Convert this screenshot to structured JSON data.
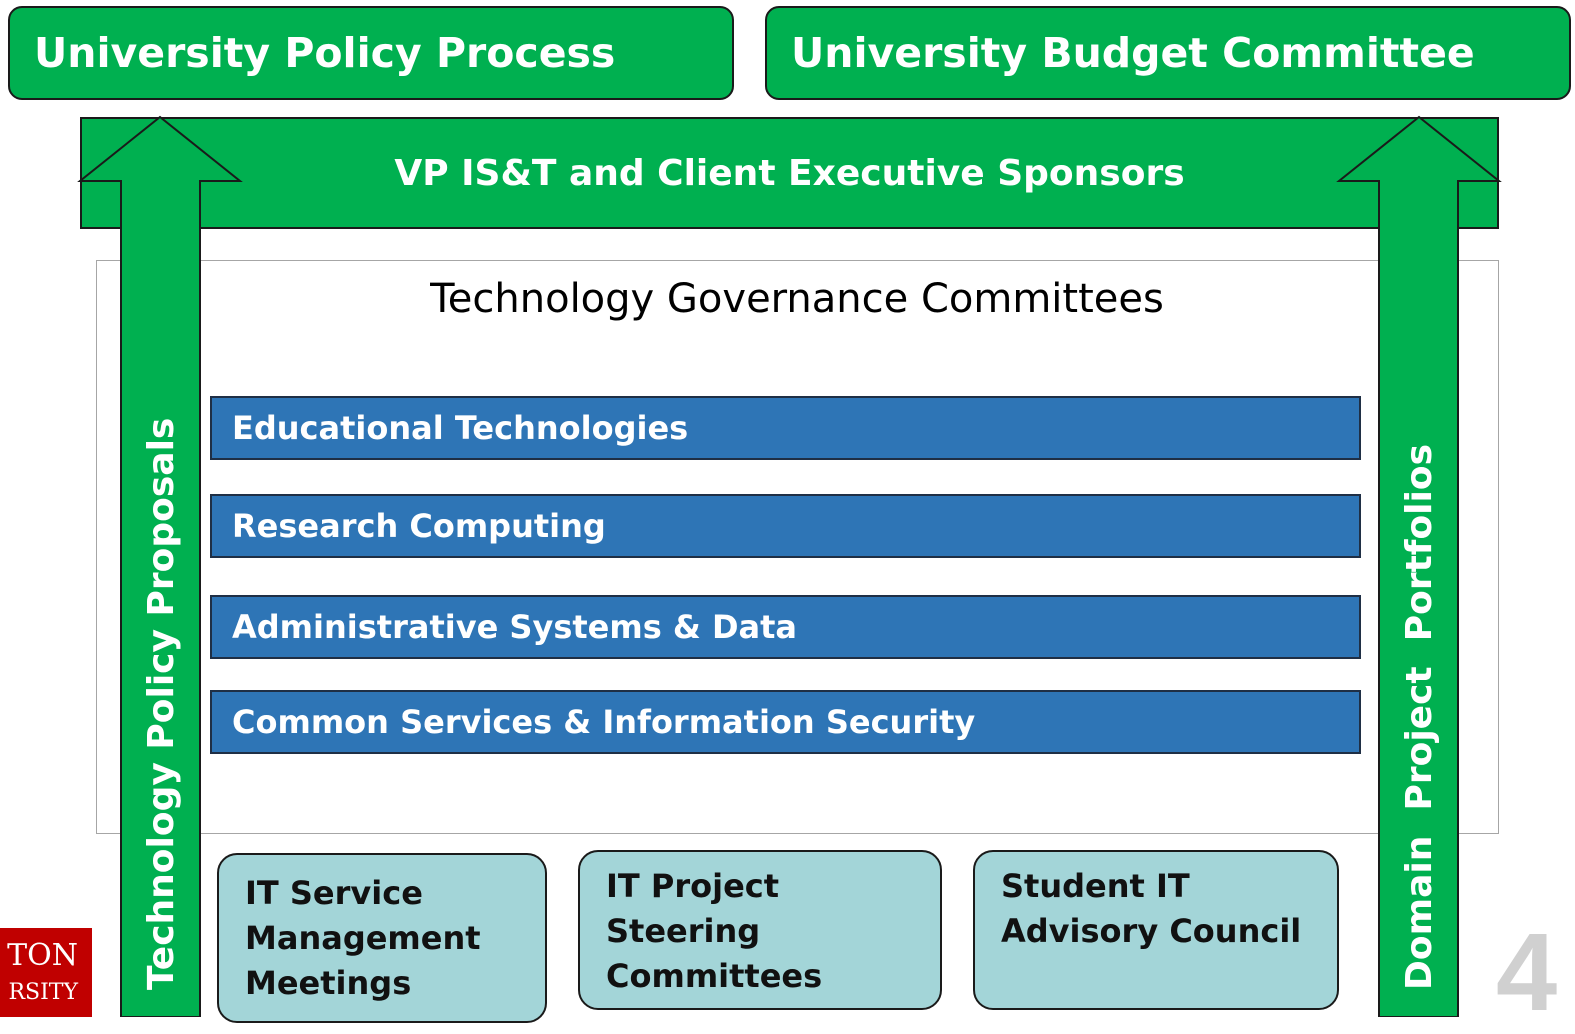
{
  "top": {
    "policy_label": "University Policy Process",
    "budget_label": "University Budget Committee"
  },
  "vp_band": {
    "label": "VP IS&T and Client Executive Sponsors"
  },
  "governance": {
    "title": "Technology Governance Committees",
    "bars": [
      "Educational Technologies",
      "Research Computing",
      "Administrative Systems & Data",
      "Common Services & Information Security"
    ]
  },
  "sub_committees": [
    {
      "lines": [
        "IT Service",
        "Management",
        "Meetings"
      ]
    },
    {
      "lines": [
        "IT Project",
        "Steering",
        "Committees"
      ]
    },
    {
      "lines": [
        "Student IT",
        "Advisory Council"
      ]
    }
  ],
  "arrows": {
    "left_label": "Technology Policy Proposals",
    "right_label": "Domain  Project  Portfolios"
  },
  "logo": {
    "line1": "TON",
    "line2": "RSITY"
  },
  "slide_number": "4",
  "colors": {
    "green": "#00b050",
    "blue_bar": "#2e75b6",
    "teal_box": "#a3d5d8",
    "logo_red": "#c00000"
  }
}
